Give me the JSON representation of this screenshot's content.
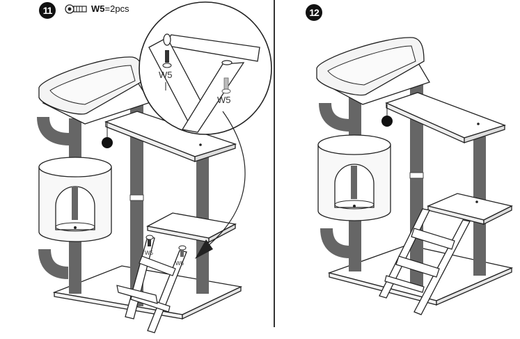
{
  "steps": [
    {
      "number": "11",
      "screw_code": "W5",
      "screw_qty": "=2pcs",
      "callouts": [
        "W5",
        "W5",
        "W5",
        "W6"
      ]
    },
    {
      "number": "12"
    }
  ]
}
